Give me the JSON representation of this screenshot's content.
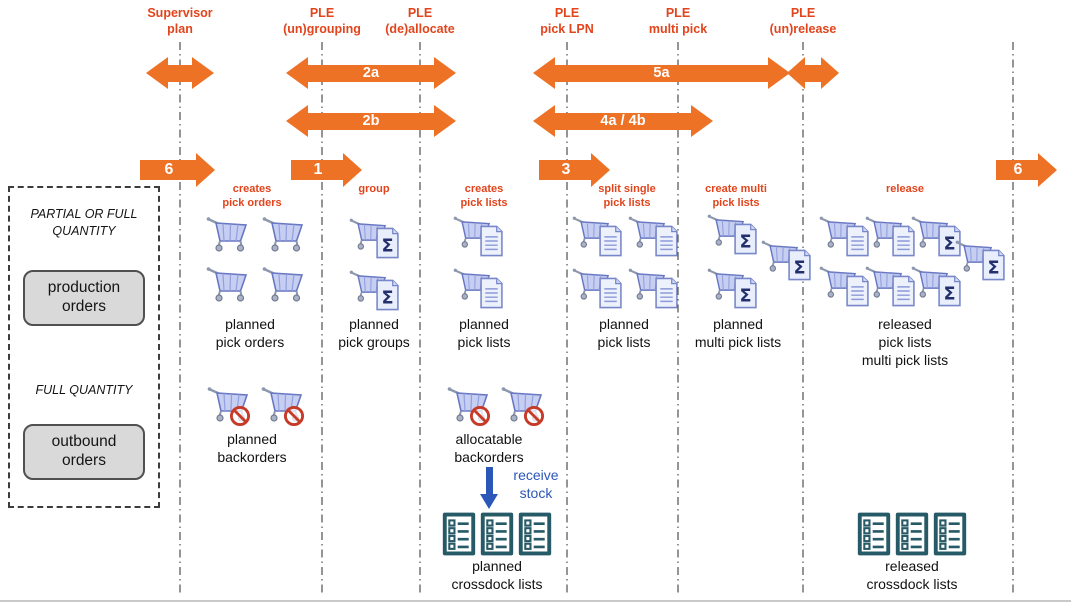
{
  "colors": {
    "arrow_orange": "#ed7226",
    "label_red": "#e2441c",
    "receive_blue": "#2b57b8",
    "node_gray": "#d9d9d9",
    "crossdock_teal": "#265a66",
    "cart_lavender": "#c6cef2"
  },
  "phases": [
    {
      "label": "Supervisor\nplan"
    },
    {
      "label": "PLE\n(un)grouping"
    },
    {
      "label": "PLE\n(de)allocate"
    },
    {
      "label": "PLE\npick LPN"
    },
    {
      "label": "PLE\nmulti pick"
    },
    {
      "label": "PLE\n(un)release"
    }
  ],
  "range_arrows": {
    "supervisor": {
      "label": ""
    },
    "a2a": {
      "label": "2a"
    },
    "a5a": {
      "label": "5a"
    },
    "unrelease": {
      "label": ""
    },
    "a2b": {
      "label": "2b"
    },
    "a4ab": {
      "label": "4a / 4b"
    }
  },
  "step_arrows": {
    "left6": "6",
    "s1": "1",
    "s3": "3",
    "right6": "6"
  },
  "actions": {
    "creates_pick_orders": "creates\npick orders",
    "group": "group",
    "creates_pick_lists": "creates\npick lists",
    "split_single_pick_lists": "split single\npick lists",
    "create_multi_pick_lists": "create multi\npick lists",
    "release": "release"
  },
  "left_panel": {
    "partial_quantity_note": "PARTIAL OR FULL\nQUANTITY",
    "production_orders": "production\norders",
    "full_quantity_note": "FULL QUANTITY",
    "outbound_orders": "outbound\norders"
  },
  "item_groups": {
    "planned_pick_orders": "planned\npick orders",
    "planned_pick_groups": "planned\npick groups",
    "planned_pick_lists_created": "planned\npick lists",
    "planned_pick_lists_split": "planned\npick lists",
    "planned_multi_pick_lists": "planned\nmulti pick lists",
    "released_lists": "released\npick lists\nmulti pick lists",
    "planned_backorders": "planned\nbackorders",
    "allocatable_backorders": "allocatable\nbackorders",
    "planned_crossdock_lists": "planned\ncrossdock lists",
    "released_crossdock_lists": "released\ncrossdock lists"
  },
  "annotations": {
    "receive_stock": "receive\nstock"
  },
  "icons": {
    "sigma_glyph": "Σ"
  }
}
